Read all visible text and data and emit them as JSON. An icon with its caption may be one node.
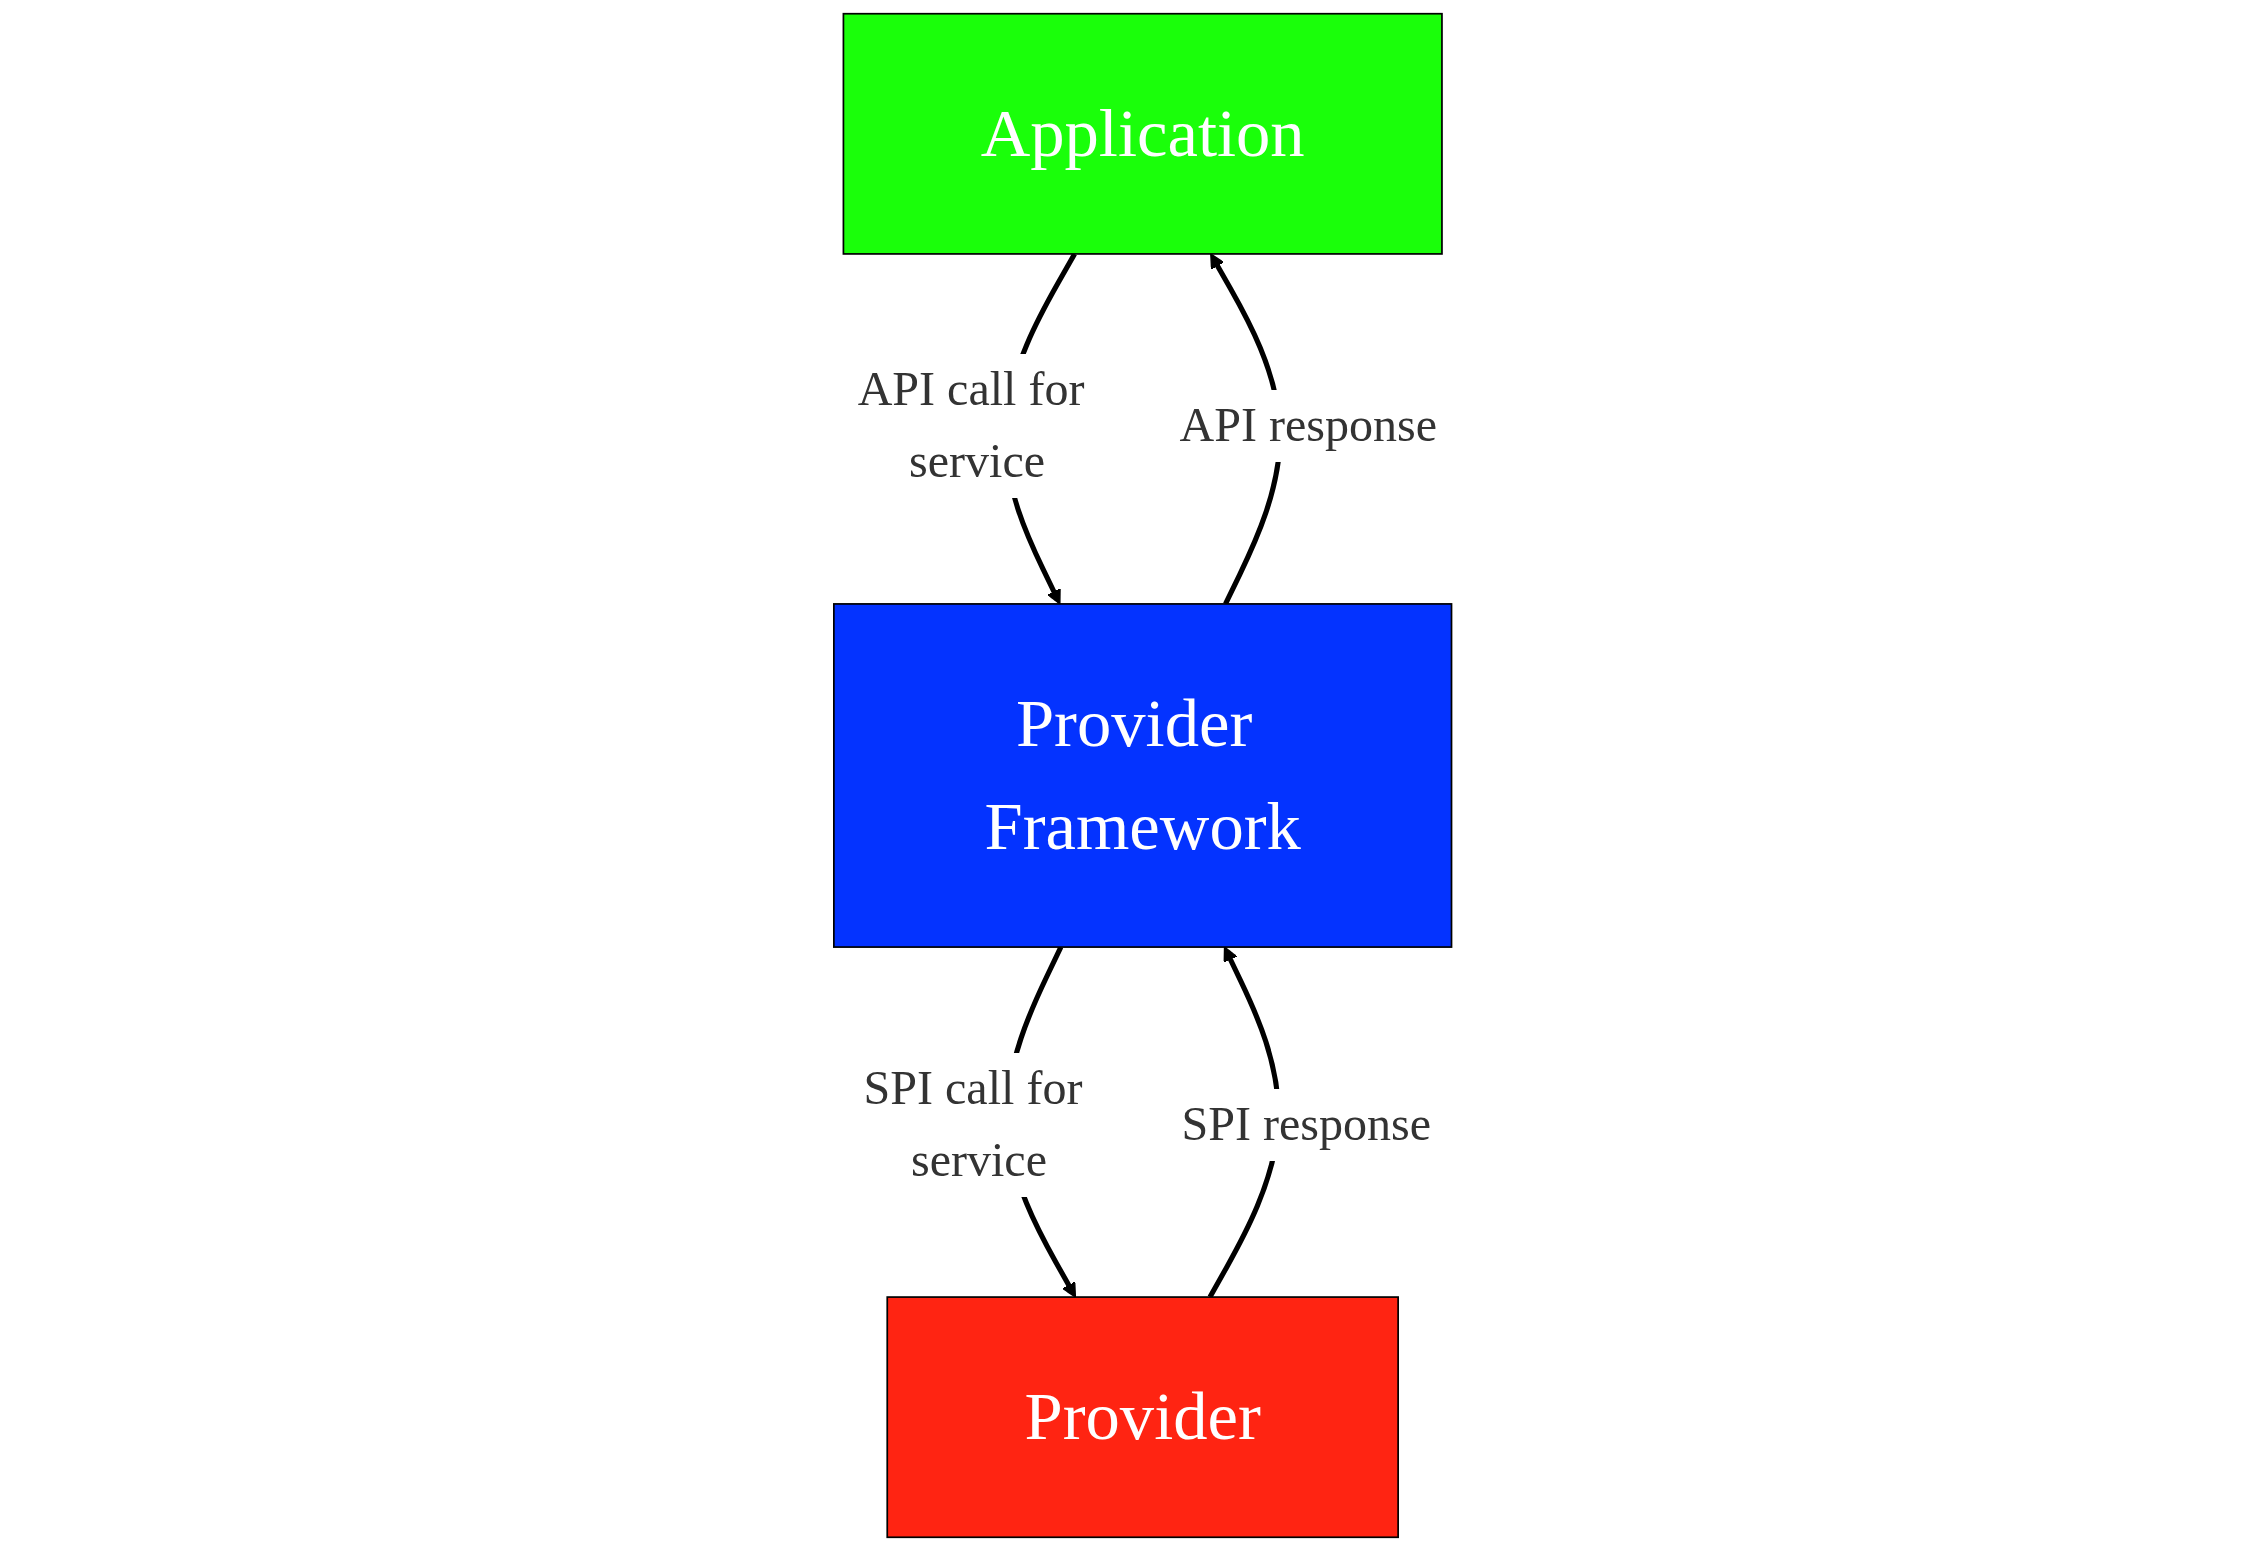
{
  "diagram": {
    "nodes": [
      {
        "text": [
          "Application"
        ]
      },
      {
        "text": [
          "Provider Framework"
        ]
      },
      {
        "text": [
          "Provider"
        ]
      }
    ],
    "edges": [
      {
        "from": 0,
        "to": 1,
        "arrow": "to",
        "label": "API call for service"
      },
      {
        "from": 1,
        "to": 0,
        "arrow": "to",
        "label": "API response"
      },
      {
        "from": 1,
        "to": 2,
        "arrow": "to",
        "label": "SPI call for service"
      },
      {
        "from": 2,
        "to": 1,
        "arrow": "to",
        "label": "SPI response"
      }
    ]
  }
}
